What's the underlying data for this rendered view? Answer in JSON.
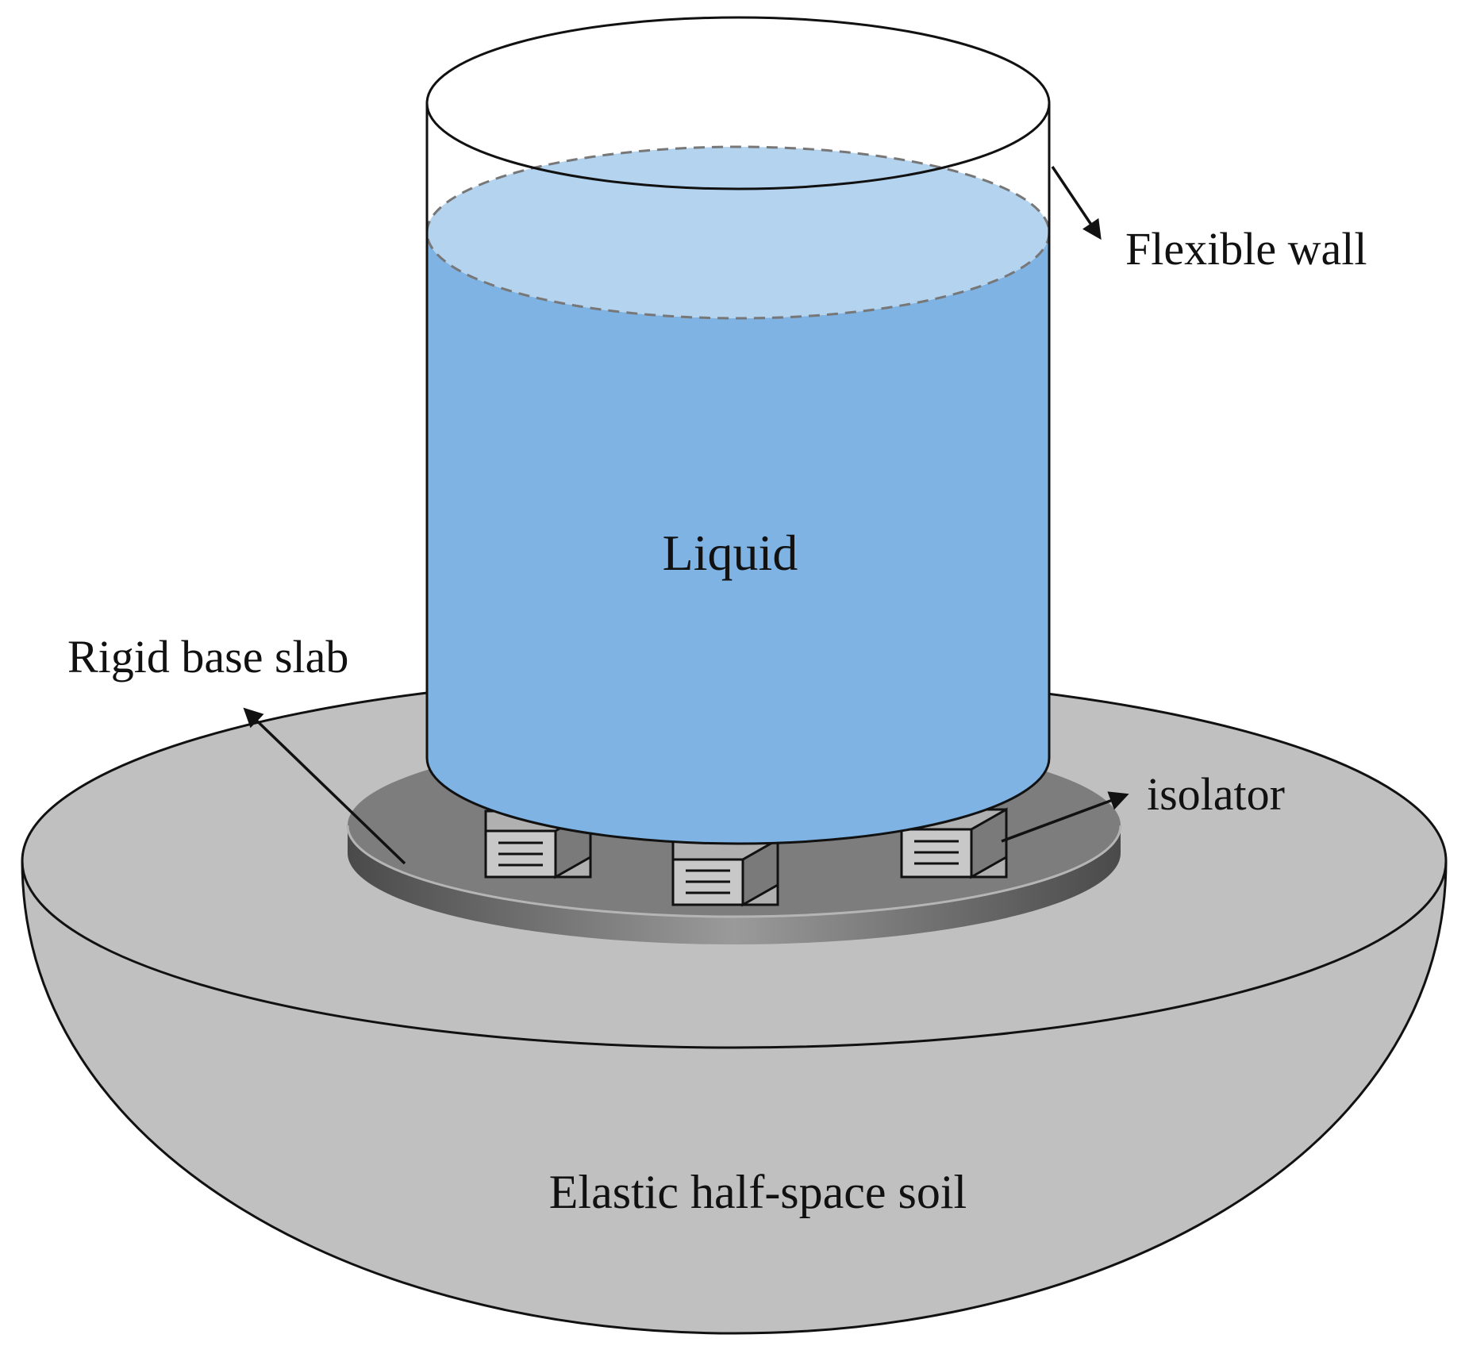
{
  "labels": {
    "flexible_wall": "Flexible wall",
    "liquid": "Liquid",
    "rigid_base_slab": "Rigid base slab",
    "isolator": "isolator",
    "soil": "Elastic half-space soil"
  },
  "colors": {
    "soil_fill": "#c0c0c0",
    "slab_top": "#7d7d7d",
    "slab_edge": "#5a5a5a",
    "liquid_body": "#7eb3e4",
    "liquid_surface": "#b3d3ef",
    "outline": "#111111"
  }
}
